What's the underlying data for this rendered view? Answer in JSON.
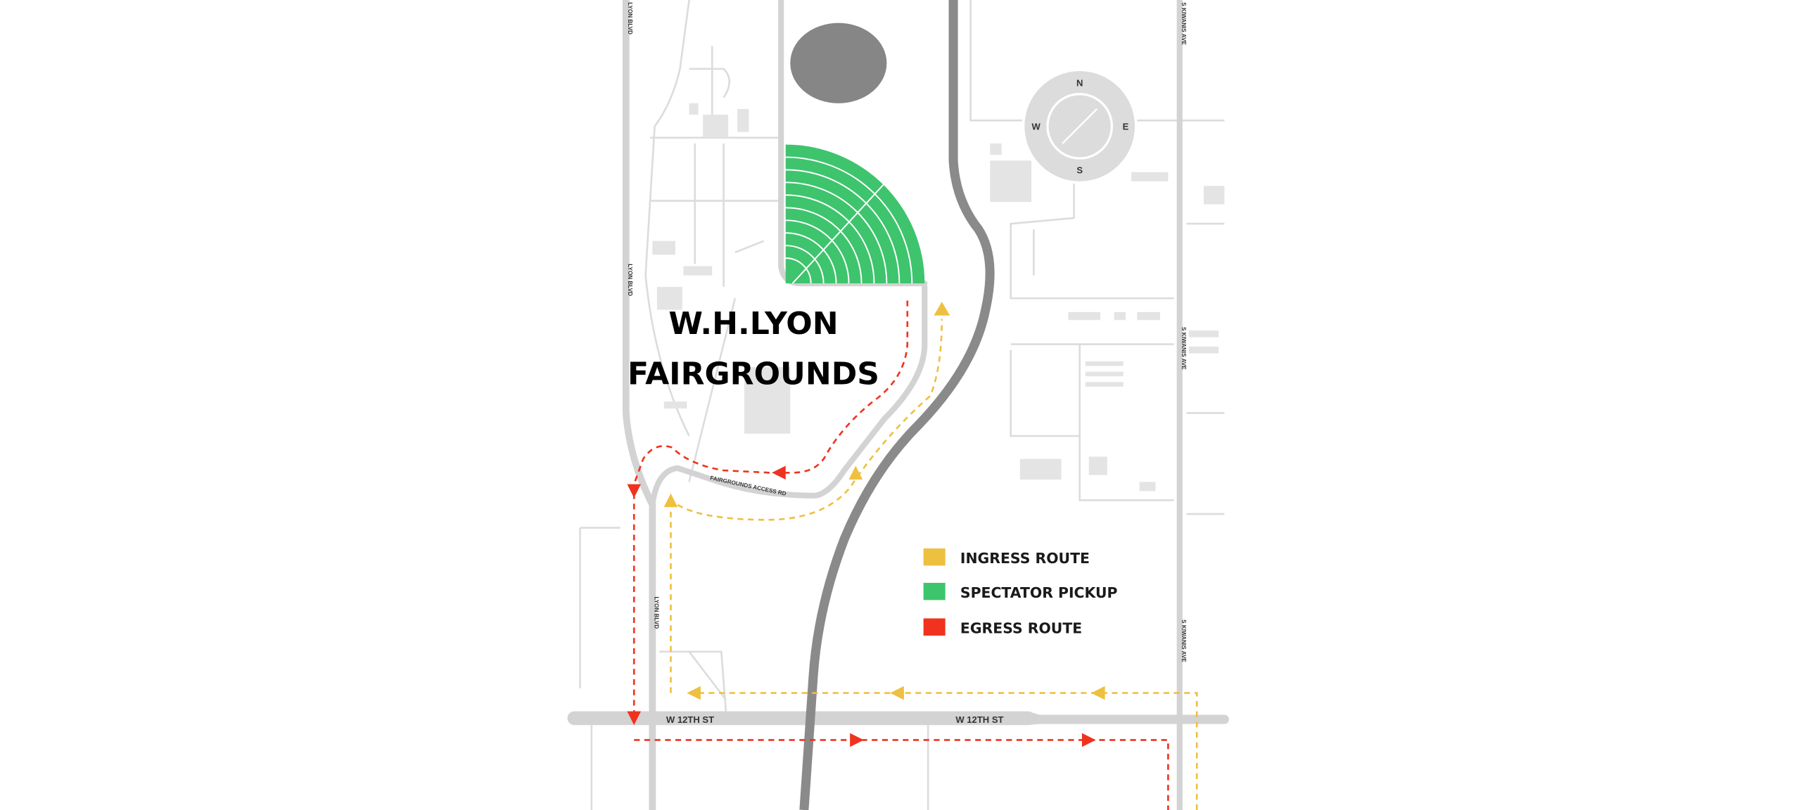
{
  "map": {
    "title_line1": "W.H.LYON",
    "title_line2": "FAIRGROUNDS",
    "streets": {
      "lyon_top": "LYON BLVD",
      "lyon_upper": "LYON BLVD",
      "lyon_lower": "LYON BLVD",
      "kiwanis_top": "S KIWANIS AVE",
      "kiwanis_mid": "S KIWANIS AVE",
      "kiwanis_low": "S KIWANIS AVE",
      "access_rd": "FAIRGROUNDS ACCESS RD",
      "w12_left": "W 12TH ST",
      "w12_right": "W 12TH ST"
    },
    "compass": {
      "n": "N",
      "e": "E",
      "s": "S",
      "w": "W"
    },
    "legend": [
      {
        "label": "INGRESS ROUTE",
        "color": "#eec040"
      },
      {
        "label": "SPECTATOR PICKUP",
        "color": "#3ec46d"
      },
      {
        "label": "EGRESS ROUTE",
        "color": "#f0321e"
      }
    ],
    "colors": {
      "ingress": "#eec040",
      "pickup": "#3ec46d",
      "egress": "#f0321e",
      "highway": "#8a8a8a",
      "road": "#d3d3d3"
    }
  }
}
